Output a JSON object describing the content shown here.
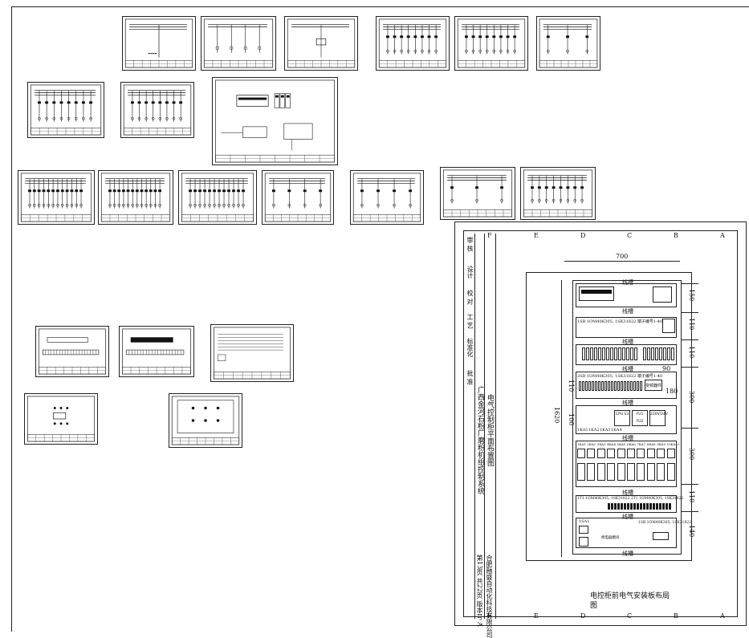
{
  "layout": {
    "ducts": [
      "线槽",
      "线槽",
      "线槽",
      "线槽",
      "线槽",
      "线槽",
      "线槽",
      "线槽",
      "线槽"
    ],
    "dims": {
      "width_top": "700",
      "height_left": "1620",
      "right": [
        "150",
        "110",
        "110",
        "300",
        "300",
        "110",
        "140"
      ],
      "small": [
        "110",
        "100",
        "90",
        "180"
      ]
    },
    "rows": {
      "r2_text": "1SB 1OM40K305, 1SK31822  端子编号1-40",
      "r4_text": "2SB 1OM40K305, 1SK31822  端子编号1-40",
      "r4_box": "变频器件",
      "r5_labels": [
        "1KA1",
        "1KA2",
        "1KA3",
        "1KA4"
      ],
      "r5_boxes": [
        "CPU S3",
        "FU1 FU2",
        "220V/24V"
      ],
      "r6_head": [
        "1KA1",
        "2KA2",
        "3KA3",
        "4KA4",
        "5KA5",
        "6KA6",
        "7KA7",
        "8KA8",
        "9KA9",
        "10KA10"
      ],
      "r7_text": "1T1 1OM40K305, 1SK31822  2T1 1OM40K305, 1SK31822",
      "r8_left": "1SA1",
      "r8_mid": "继电器模块",
      "r8_right": "1SB 1OM40K305, 1SK31822"
    },
    "title_block": {
      "cols": [
        "审 核",
        "设计",
        "校 对",
        "工 艺",
        "标准化",
        "批 准"
      ],
      "project": "广西金河石粉厂磨粉机组控制系统",
      "drawing": "电气控制柜平面布置图",
      "company": "合肥融盛自动化科技有限公司",
      "sheet_no": "第13页 共22页 版本号 A",
      "cap_line1": "电控柜前电气安装板布局",
      "cap_line2": "图"
    },
    "ruler_letters": [
      "F",
      "E",
      "D",
      "C",
      "B",
      "A"
    ]
  }
}
